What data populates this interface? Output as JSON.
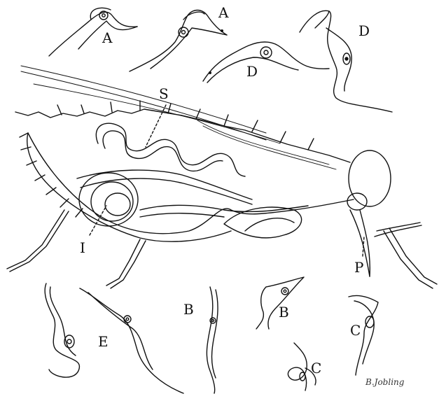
{
  "figure": {
    "labels": {
      "a1": "A",
      "a2": "A",
      "b1": "B",
      "b2": "B",
      "c1": "C",
      "c2": "C",
      "d1": "D",
      "d2": "D",
      "e1": "E",
      "s": "S",
      "i": "I",
      "p": "P"
    },
    "signature": "B.Jobling",
    "colors": {
      "ink": "#111111",
      "paper": "#ffffff"
    }
  }
}
